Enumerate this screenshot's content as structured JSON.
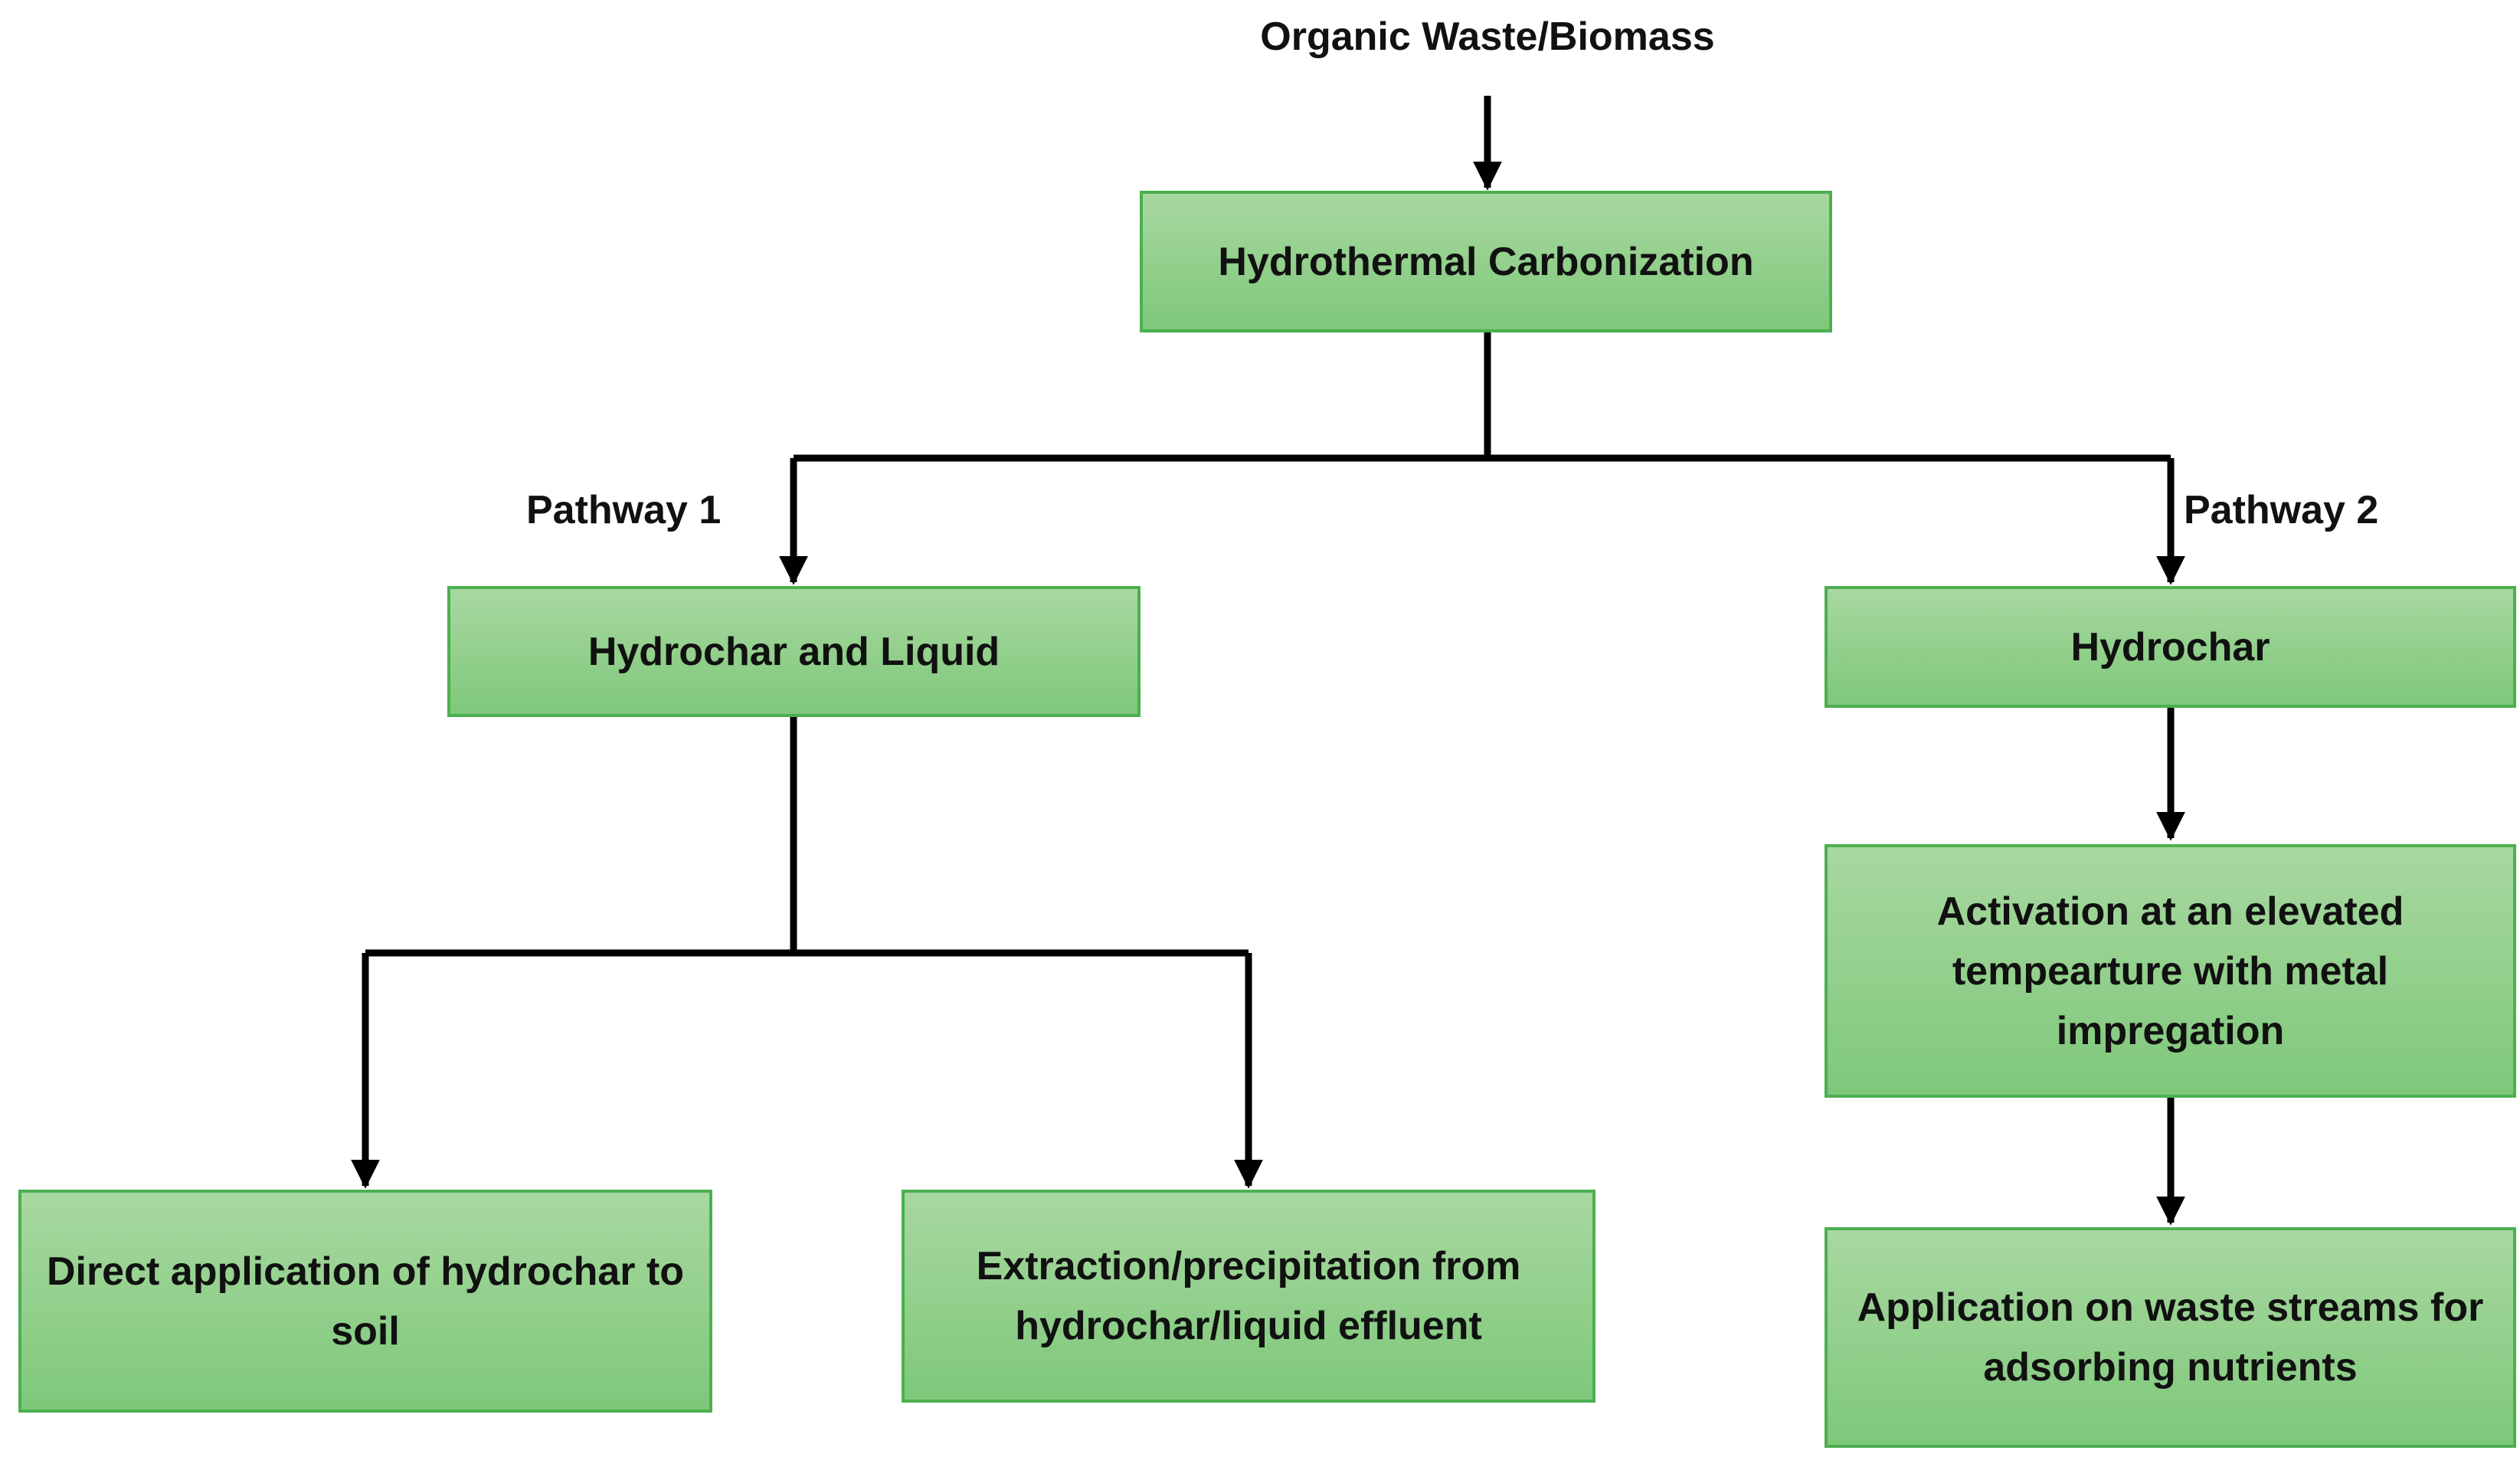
{
  "diagram": {
    "input_label": "Organic Waste/Biomass",
    "process": "Hydrothermal Carbonization",
    "pathway1": {
      "label": "Pathway 1",
      "product": "Hydrochar and Liquid",
      "option_a": "Direct application of hydrochar to soil",
      "option_b": "Extraction/precipitation from hydrochar/liquid effluent"
    },
    "pathway2": {
      "label": "Pathway 2",
      "product": "Hydrochar",
      "step": "Activation at an elevated tempearture with metal impregation",
      "application": "Application on waste streams for adsorbing nutrients"
    }
  },
  "colors": {
    "box_fill_top": "#a8d8a0",
    "box_fill_bottom": "#7ec87a",
    "box_border": "#4caf50",
    "connector": "#000000"
  }
}
